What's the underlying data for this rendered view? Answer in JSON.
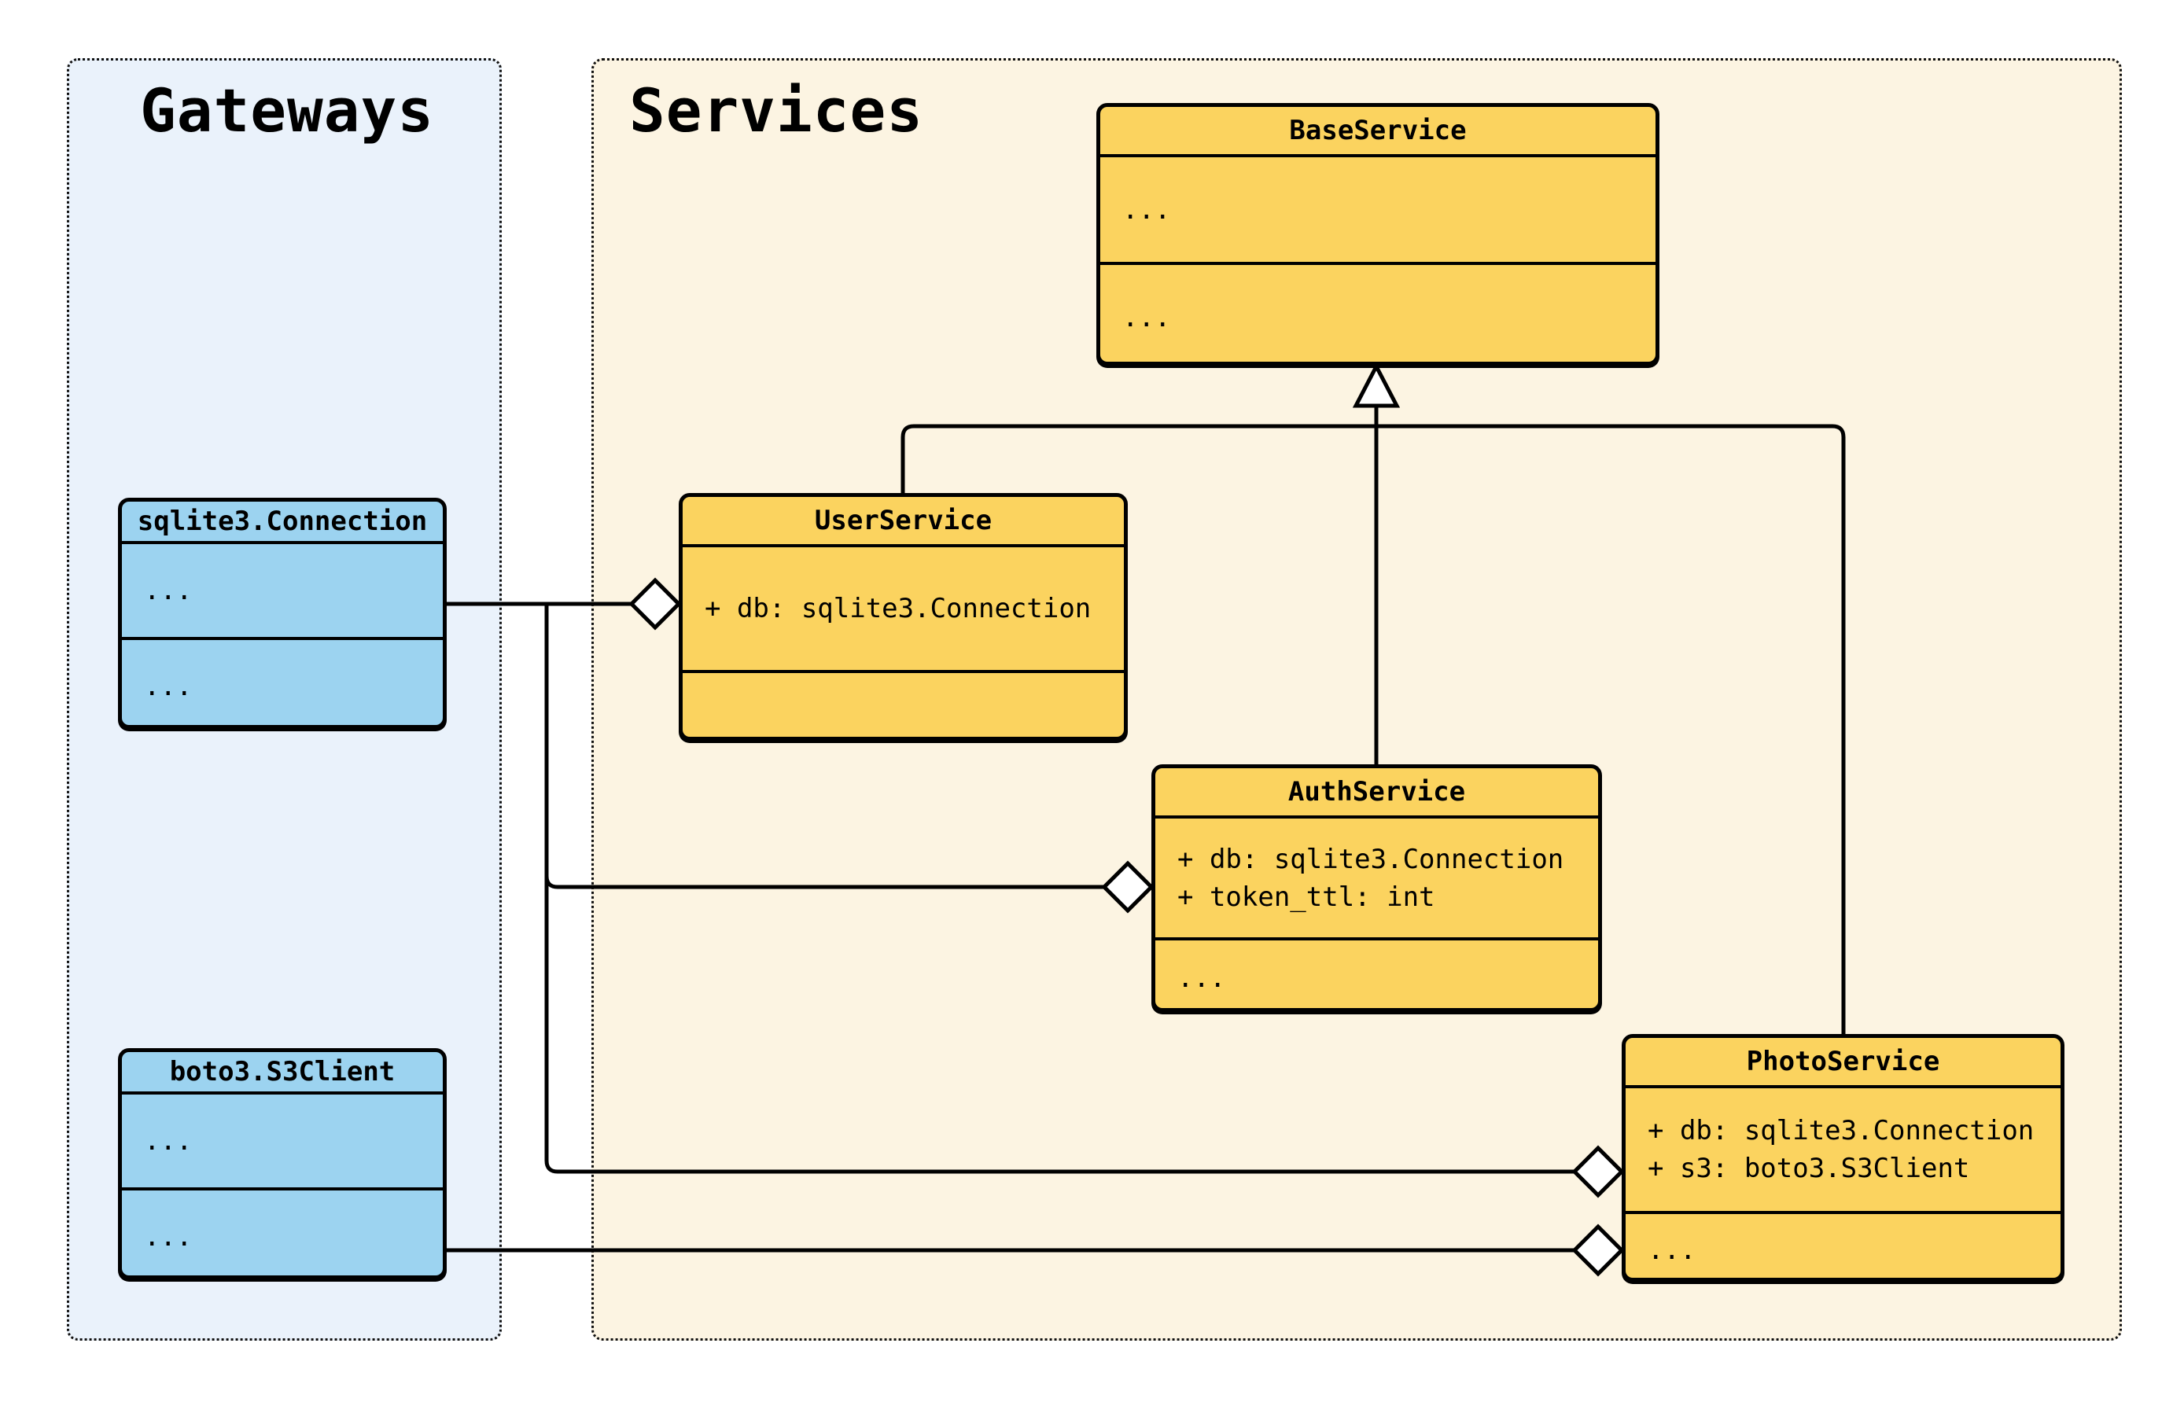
{
  "groups": {
    "gateways": {
      "title": "Gateways"
    },
    "services": {
      "title": "Services"
    }
  },
  "classes": {
    "sqlite": {
      "name": "sqlite3.Connection",
      "attributes": [
        "..."
      ],
      "methods": [
        "..."
      ]
    },
    "boto": {
      "name": "boto3.S3Client",
      "attributes": [
        "..."
      ],
      "methods": [
        "..."
      ]
    },
    "base": {
      "name": "BaseService",
      "attributes": [
        "..."
      ],
      "methods": [
        "..."
      ]
    },
    "user": {
      "name": "UserService",
      "attributes": [
        "+ db: sqlite3.Connection"
      ],
      "methods": []
    },
    "auth": {
      "name": "AuthService",
      "attributes": [
        "+ db: sqlite3.Connection",
        "+ token_ttl: int"
      ],
      "methods": [
        "..."
      ]
    },
    "photo": {
      "name": "PhotoService",
      "attributes": [
        "+ db: sqlite3.Connection",
        "+ s3: boto3.S3Client"
      ],
      "methods": [
        "..."
      ]
    }
  },
  "relations": [
    {
      "type": "inheritance",
      "from": "UserService",
      "to": "BaseService"
    },
    {
      "type": "inheritance",
      "from": "AuthService",
      "to": "BaseService"
    },
    {
      "type": "inheritance",
      "from": "PhotoService",
      "to": "BaseService"
    },
    {
      "type": "aggregation",
      "from": "UserService.db",
      "to": "sqlite3.Connection"
    },
    {
      "type": "aggregation",
      "from": "AuthService.db",
      "to": "sqlite3.Connection"
    },
    {
      "type": "aggregation",
      "from": "PhotoService.db",
      "to": "sqlite3.Connection"
    },
    {
      "type": "aggregation",
      "from": "PhotoService.s3",
      "to": "boto3.S3Client"
    }
  ],
  "colors": {
    "class_yellow": "#FBD35F",
    "class_blue": "#9CD3F0",
    "panel_services_bg": "#FCF4E2",
    "panel_gateways_bg": "#EAF2FB",
    "line_color": "#000000",
    "shape_fill": "#FFFFFF"
  }
}
